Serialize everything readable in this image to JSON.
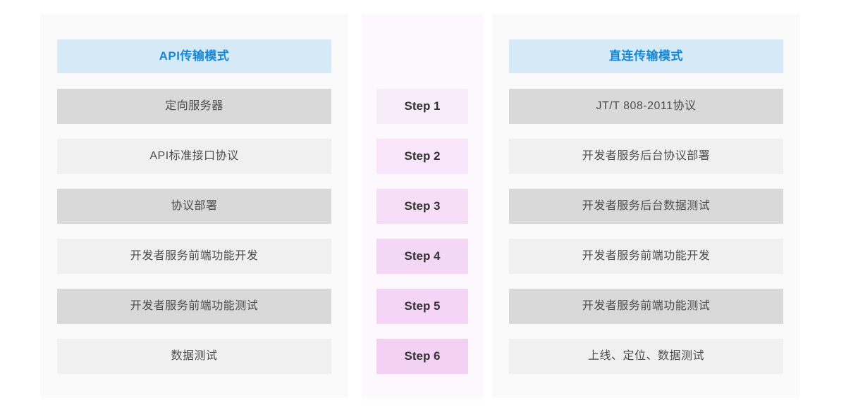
{
  "colors": {
    "panel_bg": "#fafafa",
    "middle_panel_bg": "#fdf7fe",
    "header_bg": "#d6e9f7",
    "header_text": "#1388d9",
    "row_dark_bg": "#d9d9d9",
    "row_light_bg": "#f0f0f0",
    "row_text": "#4d4d4d",
    "step_text": "#333333"
  },
  "left_panel": {
    "title": "API传输模式",
    "rows": [
      "定向服务器",
      "API标准接口协议",
      "协议部署",
      "开发者服务前端功能开发",
      "开发者服务前端功能测试",
      "数据测试"
    ]
  },
  "steps": [
    {
      "label": "Step 1",
      "bg": "#f9ecfa"
    },
    {
      "label": "Step 2",
      "bg": "#f8e5f9"
    },
    {
      "label": "Step 3",
      "bg": "#f6def7"
    },
    {
      "label": "Step 4",
      "bg": "#f4d7f5"
    },
    {
      "label": "Step 5",
      "bg": "#f4d5f6"
    },
    {
      "label": "Step 6",
      "bg": "#f3d1f5"
    }
  ],
  "right_panel": {
    "title": "直连传输模式",
    "rows": [
      "JT/T 808-2011协议",
      "开发者服务后台协议部署",
      "开发者服务后台数据测试",
      "开发者服务前端功能开发",
      "开发者服务前端功能测试",
      "上线、定位、数据测试"
    ]
  }
}
